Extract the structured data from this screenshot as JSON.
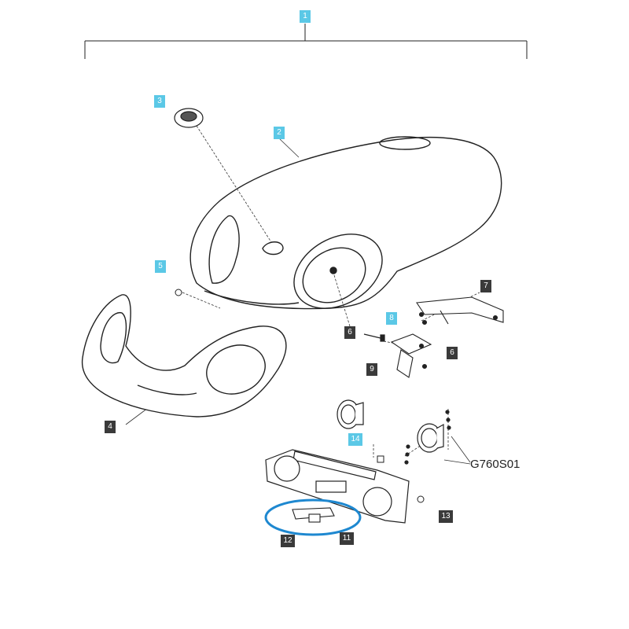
{
  "diagram_code": "G760S01",
  "callouts": [
    {
      "label": "1",
      "style": "blue"
    },
    {
      "label": "2",
      "style": "blue"
    },
    {
      "label": "3",
      "style": "blue"
    },
    {
      "label": "4",
      "style": "dark"
    },
    {
      "label": "5",
      "style": "blue"
    },
    {
      "label": "6",
      "style": "dark"
    },
    {
      "label": "6",
      "style": "dark"
    },
    {
      "label": "7",
      "style": "dark"
    },
    {
      "label": "8",
      "style": "blue"
    },
    {
      "label": "9",
      "style": "dark"
    },
    {
      "label": "11",
      "style": "dark"
    },
    {
      "label": "12",
      "style": "dark"
    },
    {
      "label": "13",
      "style": "dark"
    },
    {
      "label": "14",
      "style": "blue"
    }
  ],
  "colors": {
    "highlight_ring": "#1e88d0",
    "callout_blue": "#5bc8e6",
    "callout_dark": "#3a3a3a",
    "line_art": "#222222"
  }
}
